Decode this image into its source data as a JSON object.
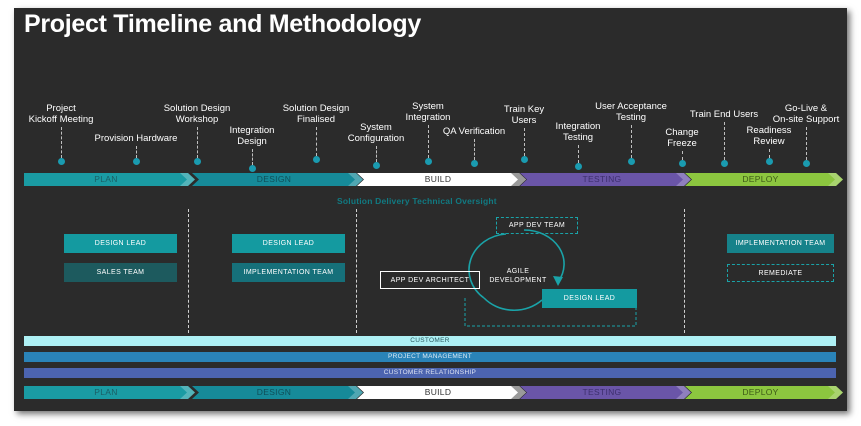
{
  "title": "Project Timeline and Methodology",
  "milestones": [
    {
      "label": "Project\nKickoff Meeting"
    },
    {
      "label": "Provision Hardware"
    },
    {
      "label": "Solution Design\nWorkshop"
    },
    {
      "label": "Integration\nDesign"
    },
    {
      "label": "Solution Design\nFinalised"
    },
    {
      "label": "System\nConfiguration"
    },
    {
      "label": "System\nIntegration"
    },
    {
      "label": "QA Verification"
    },
    {
      "label": "Train Key\nUsers"
    },
    {
      "label": "Integration\nTesting"
    },
    {
      "label": "User Acceptance\nTesting"
    },
    {
      "label": "Change\nFreeze"
    },
    {
      "label": "Train End Users"
    },
    {
      "label": "Readiness\nReview"
    },
    {
      "label": "Go-Live &\nOn-site Support"
    }
  ],
  "phases": [
    {
      "label": "PLAN",
      "color": "#1a9ba3",
      "text": "#1a5f66"
    },
    {
      "label": "DESIGN",
      "color": "#168a99",
      "text": "#0f4f59"
    },
    {
      "label": "BUILD",
      "color": "#ffffff",
      "text": "#333333"
    },
    {
      "label": "TESTING",
      "color": "#6a55a8",
      "text": "#3d2f6e"
    },
    {
      "label": "DEPLOY",
      "color": "#8cc63f",
      "text": "#3d5a17"
    }
  ],
  "oversight": "Solution Delivery Technical Oversight",
  "plan_boxes": {
    "design_lead": "DESIGN LEAD",
    "sales_team": "SALES TEAM"
  },
  "design_boxes": {
    "design_lead": "DESIGN LEAD",
    "implementation_team": "IMPLEMENTATION TEAM"
  },
  "build_boxes": {
    "app_dev_team": "APP DEV TEAM",
    "agile": "AGILE\nDEVELOPMENT",
    "app_dev_architect": "APP DEV ARCHITECT",
    "design_lead": "DESIGN LEAD"
  },
  "deploy_boxes": {
    "implementation_team": "IMPLEMENTATION TEAM",
    "remediate": "REMEDIATE"
  },
  "lanes": [
    {
      "label": "CUSTOMER",
      "color": "#aef0f4"
    },
    {
      "label": "PROJECT MANAGEMENT",
      "color": "#2a83b8"
    },
    {
      "label": "CUSTOMER RELATIONSHIP",
      "color": "#4c64b0"
    }
  ]
}
